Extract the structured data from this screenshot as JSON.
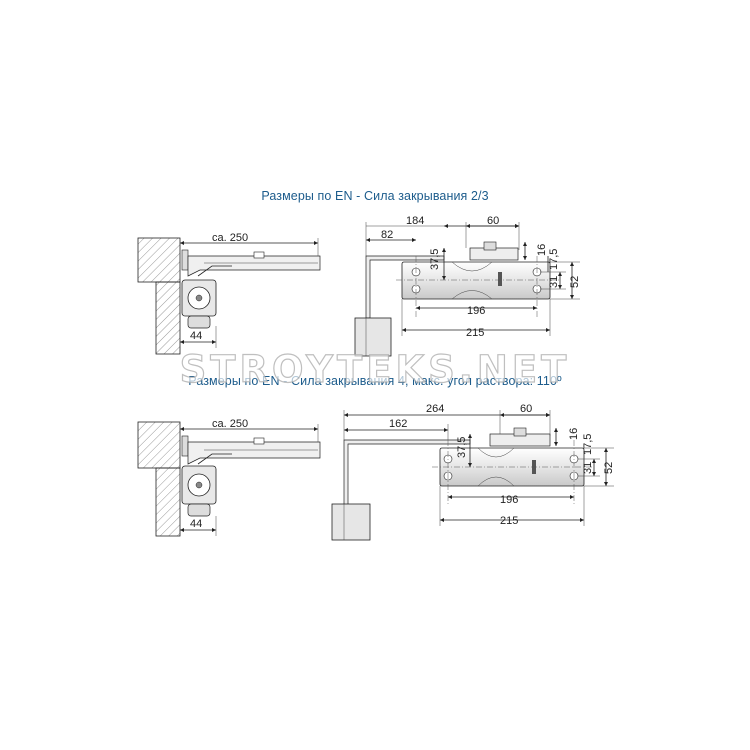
{
  "titles": {
    "top": "Размеры по EN - Сила закрывания 2/3",
    "bottom": "Размеры по EN - Сила закрывания 4, макс. угол раствора: 110º"
  },
  "watermark": "STROYTEKS.NET",
  "top": {
    "arm_length": "ca. 250",
    "body_offset": "44",
    "arm_reach": "184",
    "arm_reach_short": "82",
    "bracket_width": "60",
    "bracket_height": "16",
    "h_375": "37,5",
    "h_175": "17,5",
    "h_31": "31",
    "h_52": "52",
    "axis_dist": "196",
    "body_length": "215"
  },
  "bottom": {
    "arm_length": "ca. 250",
    "body_offset": "44",
    "arm_reach": "264",
    "arm_reach_short": "162",
    "bracket_width": "60",
    "bracket_height": "16",
    "h_375": "37,5",
    "h_175": "17,5",
    "h_31": "31",
    "h_52": "52",
    "axis_dist": "196",
    "body_length": "215"
  }
}
